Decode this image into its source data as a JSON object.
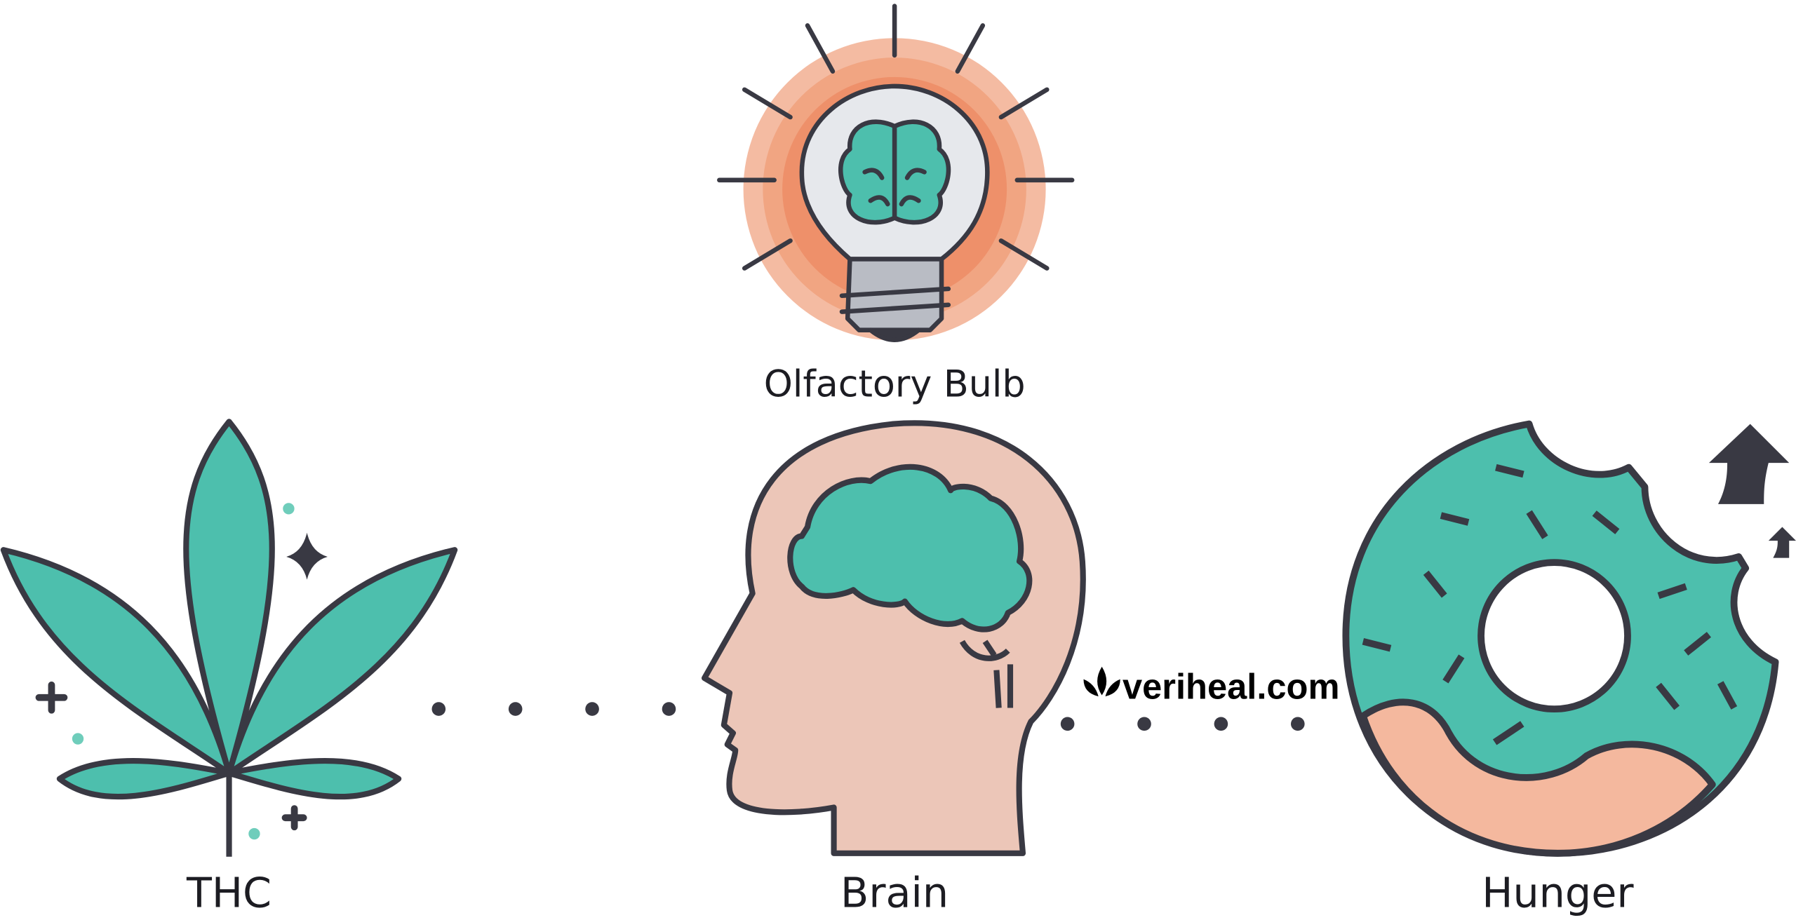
{
  "labels": {
    "bulb": "Olfactory Bulb",
    "thc": "THC",
    "brain": "Brain",
    "hunger": "Hunger"
  },
  "watermark": {
    "text": "veriheal.com"
  },
  "colors": {
    "teal": "#4dbfad",
    "outline": "#393943",
    "skin": "#ecc6b8",
    "ring_outer": "#f4bba2",
    "ring_mid": "#f1a582",
    "ring_inner": "#ee906a",
    "glass": "#e6e8ec",
    "dough": "#f4b89e"
  },
  "icons": [
    "light-bulb-brain-icon",
    "cannabis-leaf-icon",
    "head-brain-icon",
    "donut-icon",
    "arrow-up-icon",
    "sparkle-icon"
  ]
}
